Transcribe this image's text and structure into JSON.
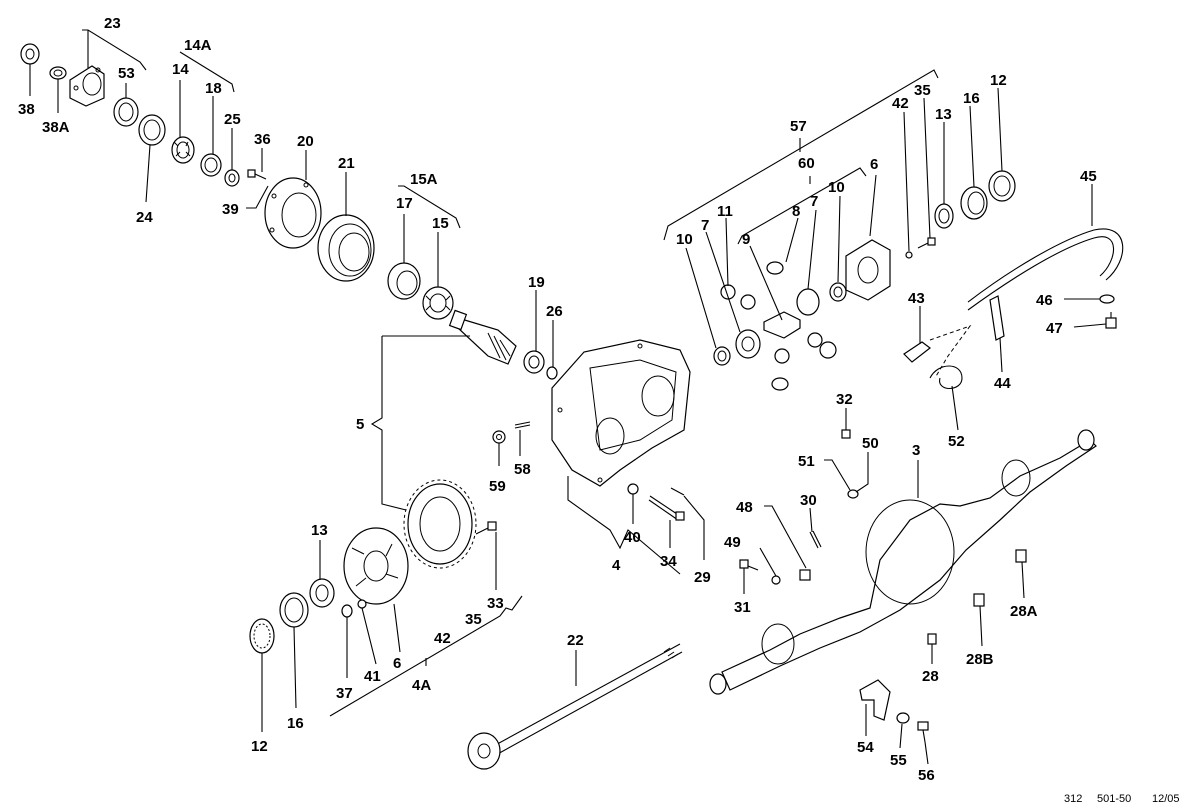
{
  "diagram": {
    "callouts": [
      "23",
      "14A",
      "53",
      "38",
      "38A",
      "14",
      "18",
      "25",
      "24",
      "36",
      "39",
      "20",
      "21",
      "15A",
      "17",
      "15",
      "19",
      "26",
      "5",
      "59",
      "58",
      "57",
      "60",
      "6",
      "42",
      "35",
      "13",
      "16",
      "12",
      "11",
      "7",
      "10",
      "9",
      "8",
      "45",
      "46",
      "47",
      "43",
      "44",
      "52",
      "32",
      "3",
      "50",
      "51",
      "30",
      "48",
      "49",
      "31",
      "28A",
      "28B",
      "28",
      "4",
      "40",
      "34",
      "29",
      "33",
      "42",
      "35",
      "4A",
      "41",
      "37",
      "6",
      "13",
      "16",
      "12",
      "22",
      "54",
      "55",
      "56"
    ],
    "footer": {
      "code": "312",
      "part_no": "501-50",
      "date": "12/05"
    }
  }
}
